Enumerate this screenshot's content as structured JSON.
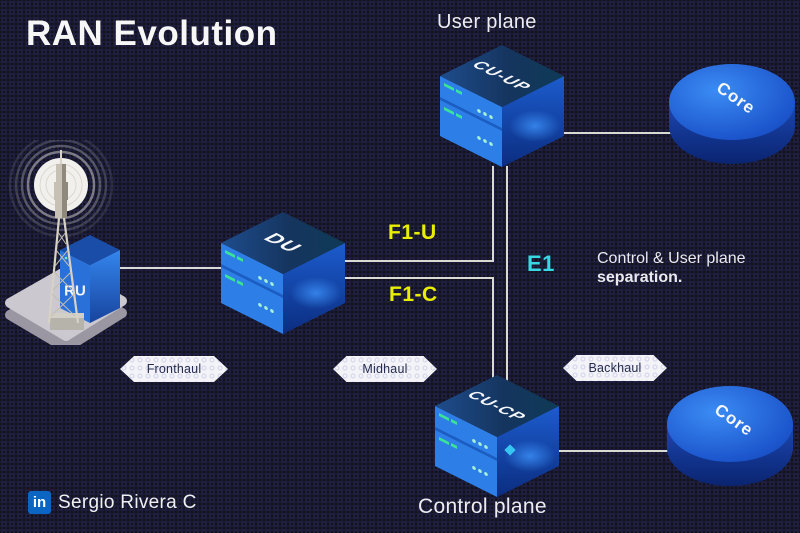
{
  "title": "RAN Evolution",
  "planes": {
    "user": "User plane",
    "control": "Control plane"
  },
  "nodes": {
    "ru": {
      "label": "RU"
    },
    "du": {
      "label": "DU"
    },
    "cu_up": {
      "label": "CU-UP"
    },
    "cu_cp": {
      "label": "CU-CP"
    },
    "core_user": {
      "label": "Core"
    },
    "core_control": {
      "label": "Core"
    }
  },
  "interfaces": {
    "f1u": {
      "label": "F1-U",
      "color": "#e9ee00"
    },
    "f1c": {
      "label": "F1-C",
      "color": "#e9ee00"
    },
    "e1": {
      "label": "E1",
      "color": "#36d9e3"
    }
  },
  "segments": {
    "fronthaul": "Fronthaul",
    "midhaul": "Midhaul",
    "backhaul": "Backhaul"
  },
  "note": {
    "line1": "Control & User plane",
    "line2": "separation."
  },
  "attribution": {
    "icon": "linkedin-icon",
    "icon_text": "in",
    "name": "Sergio Rivera C"
  },
  "colors": {
    "background": "#121218",
    "pattern_dot": "#23234c",
    "server_face_blue": "#2e7ee8",
    "server_top_navy": "#1e4c8c",
    "slat_tick_green": "#3ae29a",
    "accent_yellow": "#e9ee00",
    "accent_cyan": "#36d9e3",
    "line_gray": "#d9d9d6",
    "hex_badge_bg": "#f3f3f8",
    "linkedin_blue": "#0b66c3",
    "core_blue": "#2e7ef0",
    "text_white": "#f7f7f7"
  }
}
